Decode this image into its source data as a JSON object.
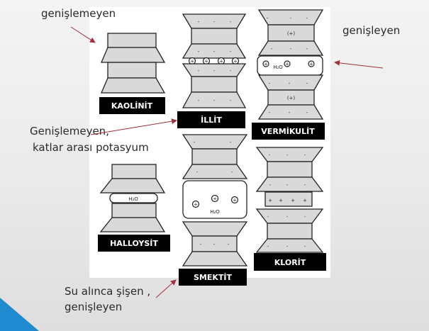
{
  "annotations": {
    "top_left": "genişlemeyen",
    "top_right": "genişleyen",
    "middle_left_line1": "Genişlemeyen,",
    "middle_left_line2": "katlar arası potasyum",
    "bottom_line1": "Su alınca şişen ,",
    "bottom_line2": "genişleyen"
  },
  "minerals": {
    "kaolinit": "KAOLİNİT",
    "illit": "İLLİT",
    "vermikulit": "VERMİKULİT",
    "halloysit": "HALLOYSİT",
    "smektit": "SMEKTİT",
    "klorit": "KLORİT"
  },
  "markers": {
    "water": "H₂O",
    "positive_layer": "(+)",
    "plus": "+",
    "minus": "-"
  },
  "colors": {
    "arrow": "#a0303c",
    "accent_triangle": "#1f8ad0",
    "label_bg": "#000000",
    "layer_fill": "#d9d9d9"
  }
}
